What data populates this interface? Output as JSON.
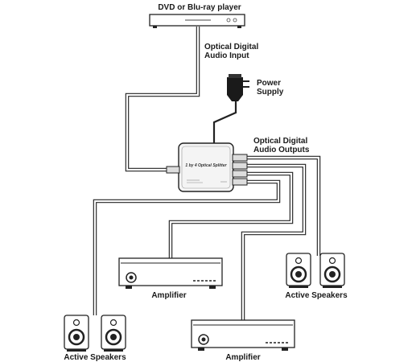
{
  "labels": {
    "source": "DVD or Blu-ray player",
    "optical_input_line1": "Optical Digital",
    "optical_input_line2": "Audio Input",
    "power_line1": "Power",
    "power_line2": "Supply",
    "optical_outputs_line1": "Optical Digital",
    "optical_outputs_line2": "Audio Outputs",
    "amplifier_center": "Amplifier",
    "amplifier_bottom": "Amplifier",
    "speakers_right": "Active Speakers",
    "speakers_left": "Active Speakers"
  },
  "splitter": {
    "name": "1 by 4 Optical Splitter"
  }
}
